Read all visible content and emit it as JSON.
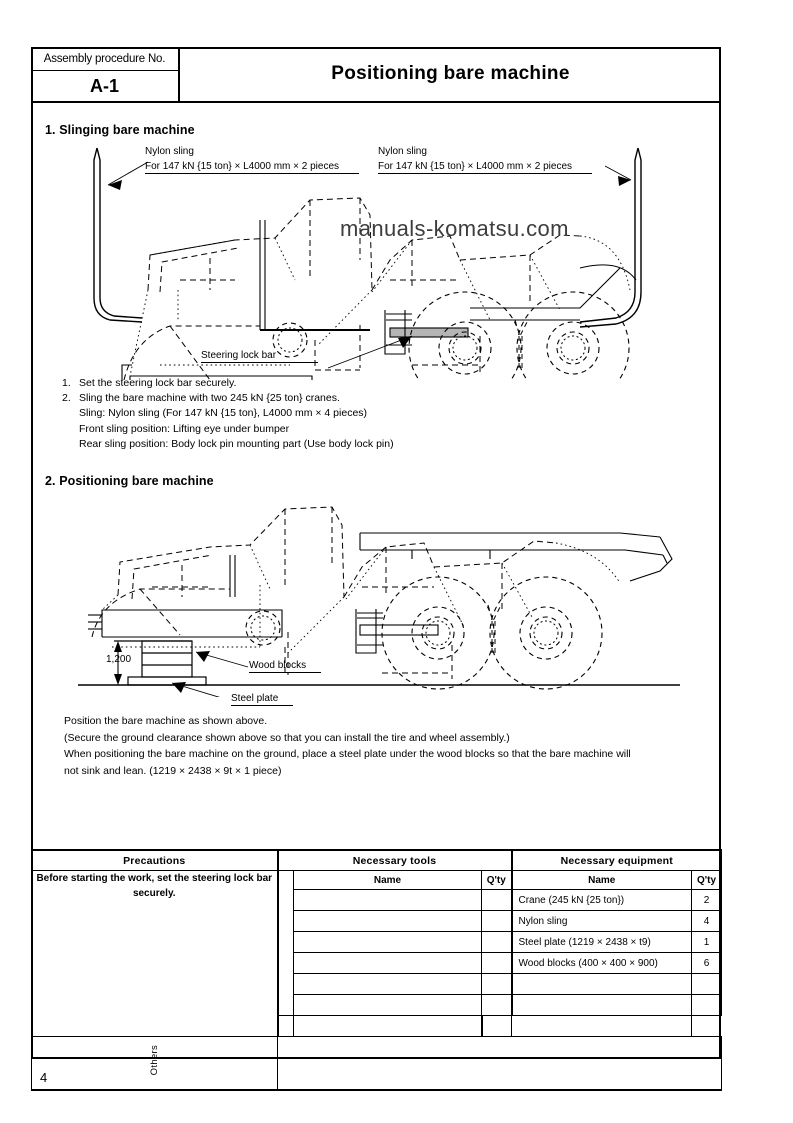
{
  "header": {
    "procedure_label": "Assembly procedure No.",
    "procedure_code": "A-1",
    "title": "Positioning bare machine"
  },
  "watermark": "manuals-komatsu.com",
  "page_number": "4",
  "section1": {
    "heading": "1.  Slinging bare machine",
    "sling_label_left": {
      "line1": "Nylon sling",
      "line2": "For 147 kN {15 ton} × L4000 mm × 2 pieces"
    },
    "sling_label_right": {
      "line1": "Nylon sling",
      "line2": "For 147 kN {15 ton} × L4000 mm × 2 pieces"
    },
    "callout_steering_lock_bar": "Steering lock bar",
    "steps": [
      {
        "num": "1.",
        "text": "Set the steering lock bar securely."
      },
      {
        "num": "2.",
        "text": "Sling the bare machine with two 245 kN {25 ton} cranes."
      }
    ],
    "sub_lines": [
      "Sling: Nylon sling (For 147 kN {15 ton}, L4000 mm × 4 pieces)",
      "Front sling position: Lifting eye under bumper",
      "Rear sling position: Body lock pin mounting part (Use body lock pin)"
    ]
  },
  "section2": {
    "heading": "2.  Positioning bare machine",
    "dimension_label": "1,200",
    "callout_wood_blocks": "Wood blocks",
    "callout_steel_plate": "Steel plate",
    "paragraph": [
      "Position the bare machine as shown above.",
      "(Secure the ground clearance shown above so that you can install the tire and wheel assembly.)",
      "When positioning the bare machine on the ground, place a steel plate under the wood blocks so that the bare machine will",
      "not sink and lean.  (1219 × 2438 × 9t × 1 piece)"
    ]
  },
  "table": {
    "headers": {
      "precautions": "Precautions",
      "necessary_tools": "Necessary tools",
      "necessary_equipment": "Necessary equipment",
      "name": "Name",
      "qty": "Q'ty"
    },
    "precautions_text": "Before starting the work, set the steering lock bar securely.",
    "tools": [
      {
        "name": "",
        "qty": ""
      },
      {
        "name": "",
        "qty": ""
      },
      {
        "name": "",
        "qty": ""
      },
      {
        "name": "",
        "qty": ""
      },
      {
        "name": "",
        "qty": ""
      },
      {
        "name": "",
        "qty": ""
      },
      {
        "name": "",
        "qty": ""
      }
    ],
    "equipment": [
      {
        "name": "Crane (245 kN {25 ton})",
        "qty": "2"
      },
      {
        "name": "Nylon sling",
        "qty": "4"
      },
      {
        "name": "Steel plate (1219 × 2438 × t9)",
        "qty": "1"
      },
      {
        "name": "Wood blocks (400 × 400 × 900)",
        "qty": "6"
      },
      {
        "name": "",
        "qty": ""
      },
      {
        "name": "",
        "qty": ""
      },
      {
        "name": "",
        "qty": ""
      }
    ],
    "others_label": "Others"
  }
}
